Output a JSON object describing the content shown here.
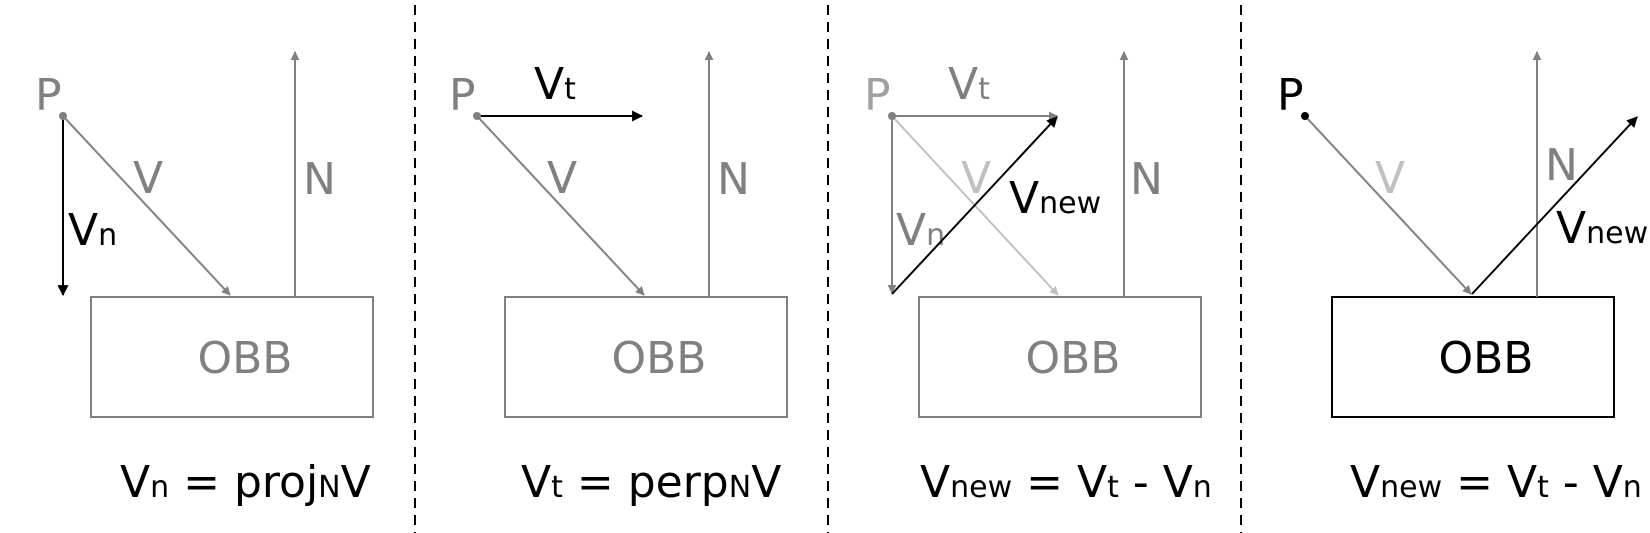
{
  "colors": {
    "gray": "#808080",
    "light": "#c0c0c0",
    "black": "#000000"
  },
  "panels": [
    {
      "point_label": "P",
      "v_label": "V",
      "n_label": "N",
      "box_label": "OBB",
      "vn": {
        "main": "V",
        "sub": "n"
      },
      "caption": {
        "lhs": "V",
        "lhs_sub": "n",
        "eq": " = proj",
        "proj_sub": "N",
        "rhs": "V"
      }
    },
    {
      "point_label": "P",
      "v_label": "V",
      "n_label": "N",
      "box_label": "OBB",
      "vt": {
        "main": "V",
        "sub": "t"
      },
      "caption": {
        "lhs": "V",
        "lhs_sub": "t",
        "eq": " = perp",
        "perp_sub": "N",
        "rhs": "V"
      }
    },
    {
      "point_label": "P",
      "v_label": "V",
      "n_label": "N",
      "box_label": "OBB",
      "vt": {
        "main": "V",
        "sub": "t"
      },
      "vn": {
        "main": "V",
        "sub": "n"
      },
      "vnew": {
        "main": "V",
        "sub": "new"
      },
      "caption": {
        "lhs": "V",
        "lhs_sub": "new",
        "eq": " = V",
        "t_sub": "t",
        "minus": " - V",
        "n_sub": "n"
      }
    },
    {
      "point_label": "P",
      "v_label": "V",
      "n_label": "N",
      "box_label": "OBB",
      "vnew": {
        "main": "V",
        "sub": "new"
      },
      "caption": {
        "lhs": "V",
        "lhs_sub": "new",
        "eq": " = V",
        "t_sub": "t",
        "minus": " - V",
        "n_sub": "n"
      }
    }
  ]
}
